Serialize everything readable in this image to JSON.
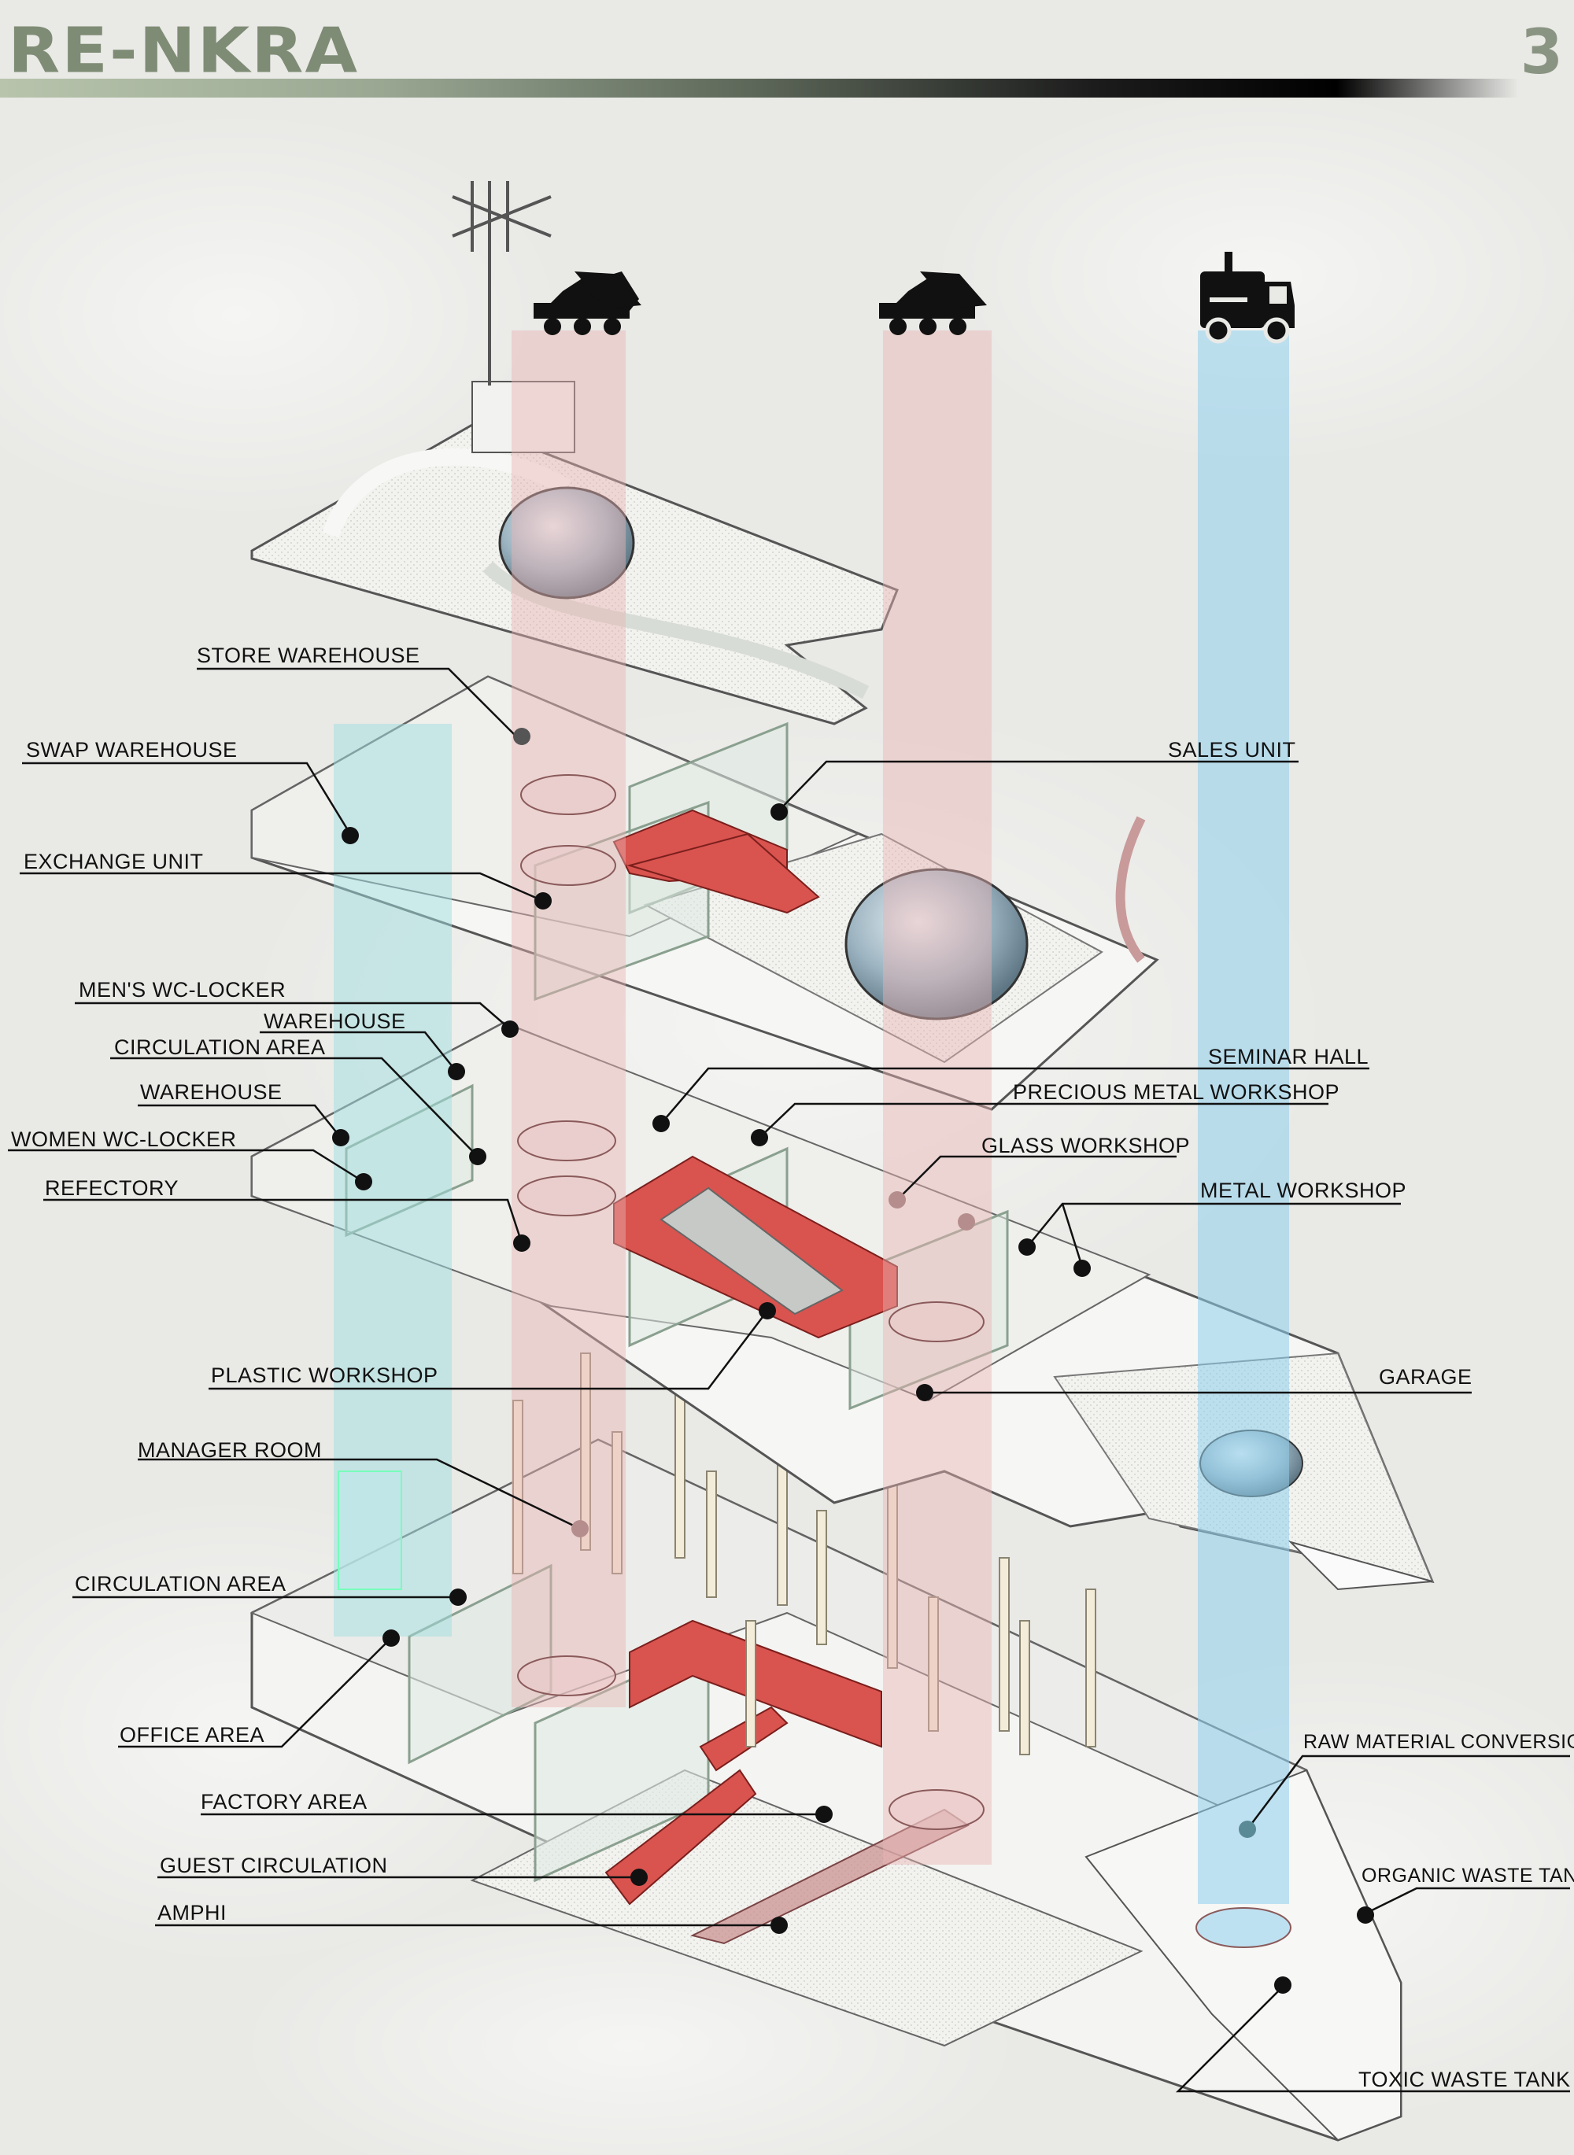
{
  "header": {
    "logo_text": "RE-NKRA",
    "page_number": "3"
  },
  "labels": {
    "store_warehouse": "STORE WAREHOUSE",
    "swap_warehouse": "SWAP WAREHOUSE",
    "exchange_unit": "EXCHANGE UNIT",
    "sales_unit": "SALES UNIT",
    "mens_wc_locker": "MEN'S WC-LOCKER",
    "warehouse_1": "WAREHOUSE",
    "circulation_area_1": "CIRCULATION AREA",
    "warehouse_2": "WAREHOUSE",
    "women_wc_locker": "WOMEN WC-LOCKER",
    "refectory": "REFECTORY",
    "seminar_hall": "SEMINAR HALL",
    "precious_metal_workshop": "PRECIOUS METAL WORKSHOP",
    "glass_workshop": "GLASS WORKSHOP",
    "metal_workshop": "METAL WORKSHOP",
    "plastic_workshop": "PLASTIC WORKSHOP",
    "garage": "GARAGE",
    "manager_room": "MANAGER ROOM",
    "circulation_area_2": "CIRCULATION AREA",
    "office_area": "OFFICE AREA",
    "factory_area": "FACTORY AREA",
    "guest_circulation": "GUEST CIRCULATION",
    "amphi": "AMPHI",
    "raw_material_conversion": "RAW MATERIAL CONVERSION",
    "organic_waste_tank": "ORGANIC WASTE TANK",
    "toxic_waste_tank": "TOXIC WASTE TANK"
  },
  "icons": [
    "wind-turbine-icon",
    "dump-truck-icon",
    "dump-truck-icon",
    "delivery-truck-icon"
  ],
  "colors": {
    "background": "#e9e9e6",
    "logo": "#7f8c75",
    "flow_pink": "#e8b4b4",
    "flow_teal": "#9fdde0",
    "flow_blue": "#8fd0ec",
    "stair_red": "#d9534f",
    "leader_line": "#111111"
  }
}
